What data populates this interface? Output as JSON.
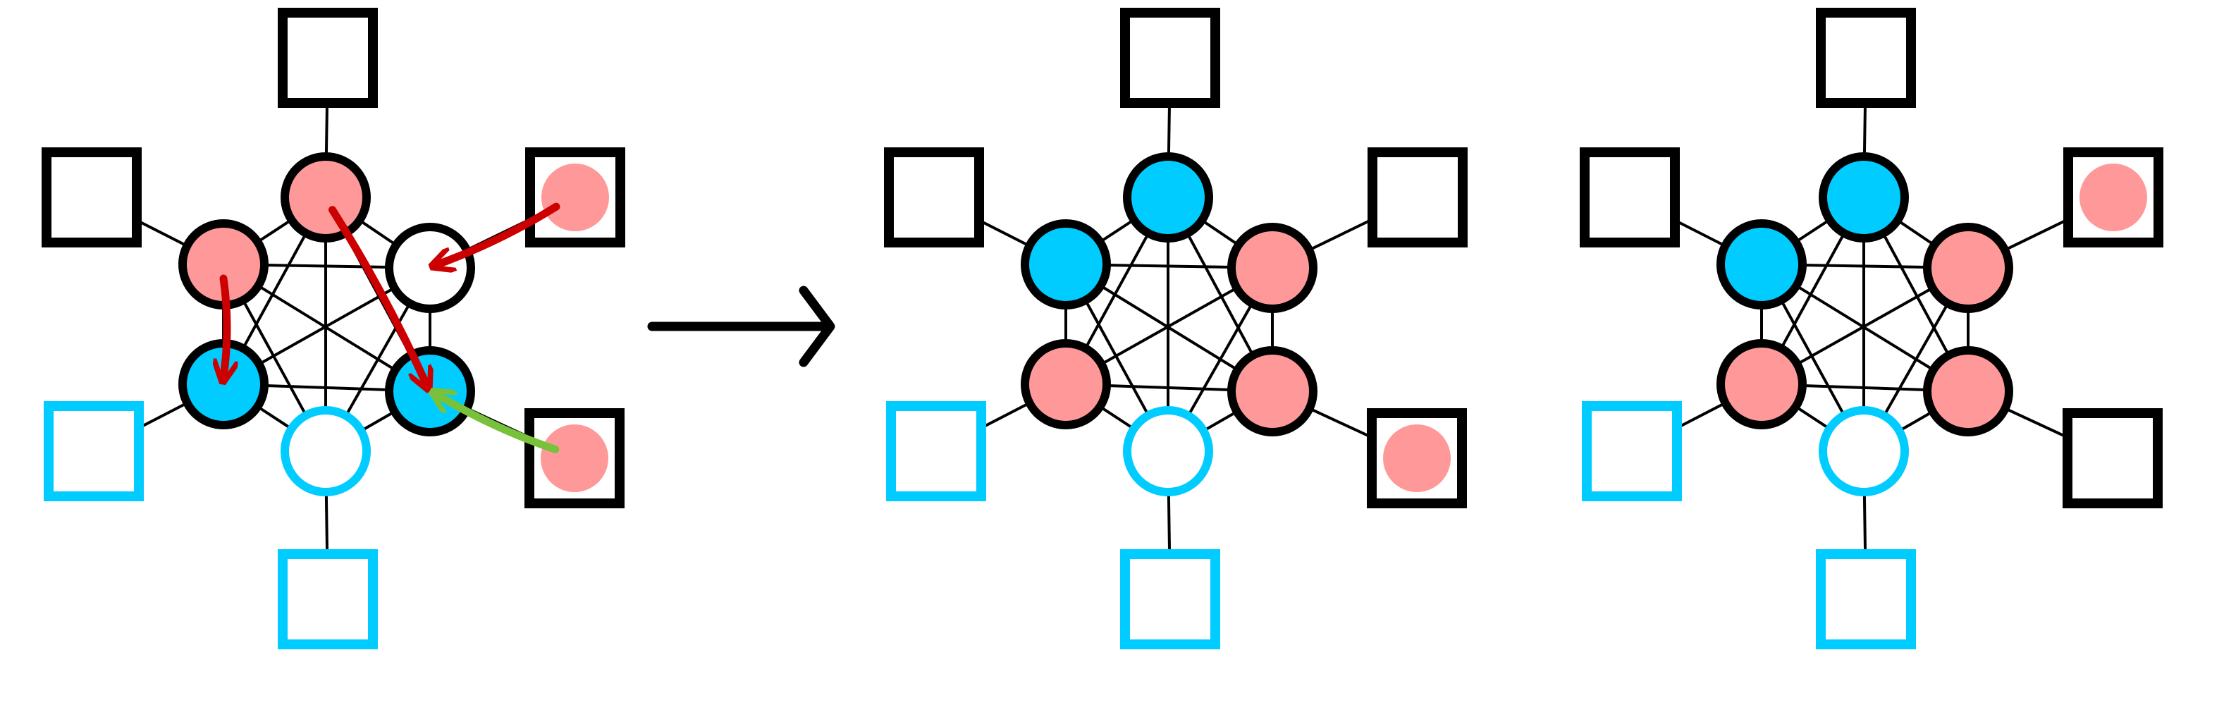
{
  "colors": {
    "outline": "#000000",
    "fill_blue": "#00CCFF",
    "fill_pink": "#FF9999",
    "node_empty": "#FFFFFF",
    "arrow_red": "#CC0000",
    "arrow_green": "#77C23A",
    "edge": "#000000"
  },
  "panels": [
    {
      "name": "panel-before",
      "inner_nodes": [
        {
          "id": "n1",
          "fill": "pink",
          "ring": "black"
        },
        {
          "id": "n2",
          "fill": "empty",
          "ring": "black"
        },
        {
          "id": "n3",
          "fill": "blue",
          "ring": "black"
        },
        {
          "id": "n4",
          "fill": "empty",
          "ring": "blue"
        },
        {
          "id": "n5",
          "fill": "blue",
          "ring": "black"
        },
        {
          "id": "n6",
          "fill": "pink",
          "ring": "black"
        }
      ],
      "outer_squares": [
        {
          "id": "s1",
          "border": "black",
          "dot": "none"
        },
        {
          "id": "s2",
          "border": "black",
          "dot": "pink"
        },
        {
          "id": "s3",
          "border": "black",
          "dot": "pink"
        },
        {
          "id": "s4",
          "border": "blue",
          "dot": "none"
        },
        {
          "id": "s5",
          "border": "blue",
          "dot": "none"
        },
        {
          "id": "s6",
          "border": "black",
          "dot": "none"
        }
      ],
      "arrows": [
        {
          "color": "red",
          "from": "s2",
          "to": "n2"
        },
        {
          "color": "red",
          "from": "n1",
          "to": "n3"
        },
        {
          "color": "red",
          "from": "n6",
          "to": "n5"
        },
        {
          "color": "green",
          "from": "s3",
          "to": "n3"
        }
      ]
    },
    {
      "name": "panel-after-1",
      "inner_nodes": [
        {
          "id": "n1",
          "fill": "blue",
          "ring": "black"
        },
        {
          "id": "n2",
          "fill": "pink",
          "ring": "black"
        },
        {
          "id": "n3",
          "fill": "pink",
          "ring": "black"
        },
        {
          "id": "n4",
          "fill": "empty",
          "ring": "blue"
        },
        {
          "id": "n5",
          "fill": "pink",
          "ring": "black"
        },
        {
          "id": "n6",
          "fill": "blue",
          "ring": "black"
        }
      ],
      "outer_squares": [
        {
          "id": "s1",
          "border": "black",
          "dot": "none"
        },
        {
          "id": "s2",
          "border": "black",
          "dot": "none"
        },
        {
          "id": "s3",
          "border": "black",
          "dot": "pink"
        },
        {
          "id": "s4",
          "border": "blue",
          "dot": "none"
        },
        {
          "id": "s5",
          "border": "blue",
          "dot": "none"
        },
        {
          "id": "s6",
          "border": "black",
          "dot": "none"
        }
      ],
      "arrows": []
    },
    {
      "name": "panel-after-2",
      "inner_nodes": [
        {
          "id": "n1",
          "fill": "blue",
          "ring": "black"
        },
        {
          "id": "n2",
          "fill": "pink",
          "ring": "black"
        },
        {
          "id": "n3",
          "fill": "pink",
          "ring": "black"
        },
        {
          "id": "n4",
          "fill": "empty",
          "ring": "blue"
        },
        {
          "id": "n5",
          "fill": "pink",
          "ring": "black"
        },
        {
          "id": "n6",
          "fill": "blue",
          "ring": "black"
        }
      ],
      "outer_squares": [
        {
          "id": "s1",
          "border": "black",
          "dot": "none"
        },
        {
          "id": "s2",
          "border": "black",
          "dot": "pink"
        },
        {
          "id": "s3",
          "border": "black",
          "dot": "none"
        },
        {
          "id": "s4",
          "border": "blue",
          "dot": "none"
        },
        {
          "id": "s5",
          "border": "blue",
          "dot": "none"
        },
        {
          "id": "s6",
          "border": "black",
          "dot": "none"
        }
      ],
      "arrows": []
    }
  ],
  "transition_arrow": {
    "direction": "right"
  }
}
